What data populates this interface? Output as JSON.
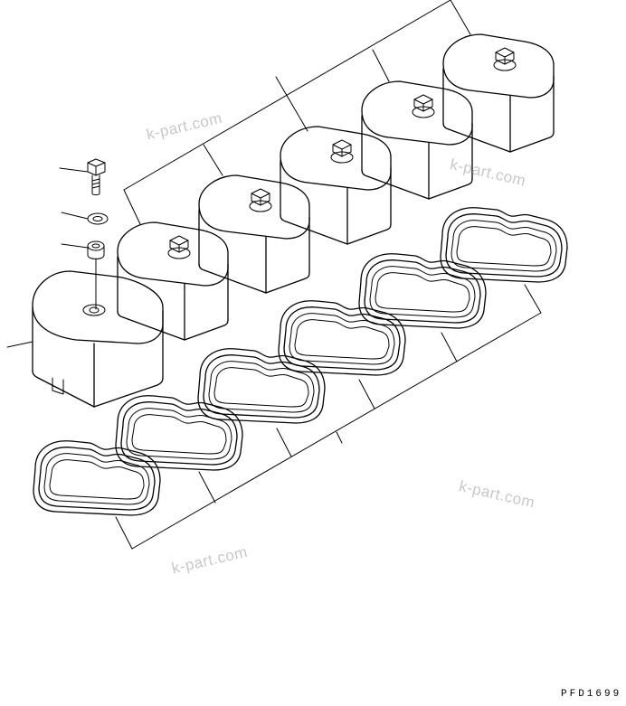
{
  "watermarks": [
    "k-part.com",
    "k-part.com",
    "k-part.com",
    "k-part.com"
  ],
  "drawing_code": "PFD1699",
  "parts": {
    "cylinder_head_covers": 6,
    "gaskets": 6,
    "bolts": 1,
    "washers": 1,
    "grommets": 1
  }
}
